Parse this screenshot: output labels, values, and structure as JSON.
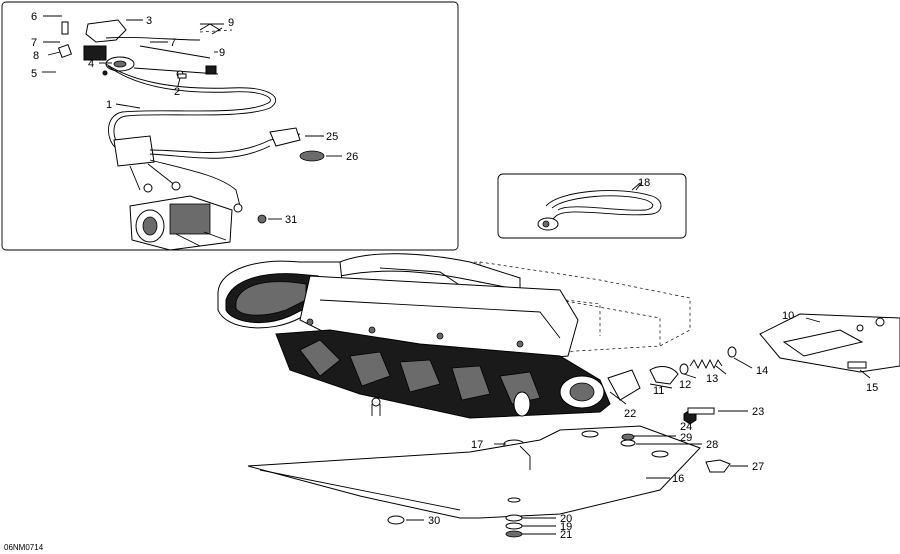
{
  "drawing_code": "06NM0714",
  "callouts": {
    "c1": "1",
    "c2": "2",
    "c3": "3",
    "c4": "4",
    "c5": "5",
    "c6": "6",
    "c7a": "7",
    "c7b": "7",
    "c8": "8",
    "c9a": "9",
    "c9b": "9",
    "c10": "10",
    "c11": "11",
    "c12": "12",
    "c13": "13",
    "c14": "14",
    "c15": "15",
    "c16": "16",
    "c17": "17",
    "c18": "18",
    "c19": "19",
    "c20": "20",
    "c21": "21",
    "c22": "22",
    "c23": "23",
    "c24": "24",
    "c25": "25",
    "c26": "26",
    "c27": "27",
    "c28": "28",
    "c29": "29",
    "c30": "30",
    "c31": "31"
  }
}
